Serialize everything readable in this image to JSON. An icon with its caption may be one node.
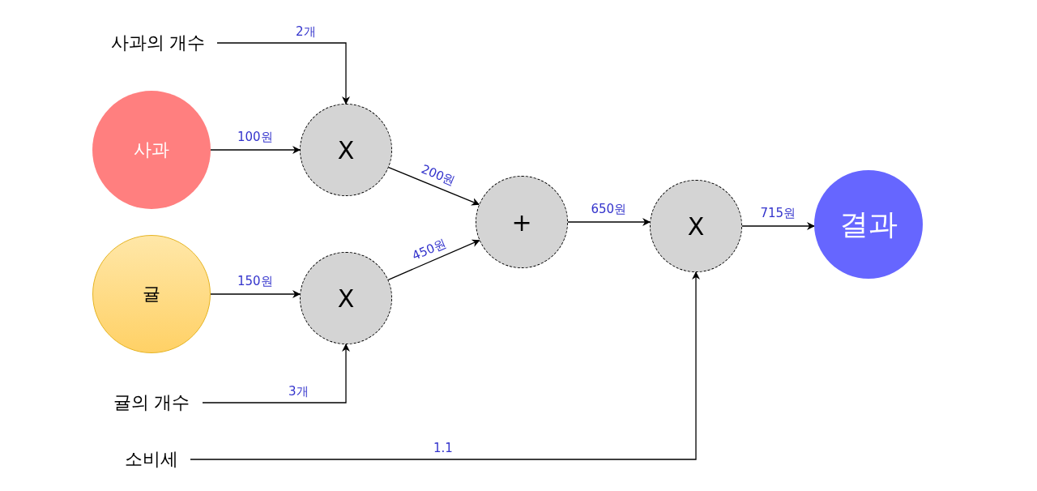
{
  "diagram": {
    "nodes": [
      {
        "text": [
          "사과의 개수"
        ]
      },
      {
        "text": [
          "사과"
        ]
      },
      {
        "text": [
          "귤"
        ]
      },
      {
        "text": [
          "귤의 개수"
        ]
      },
      {
        "text": [
          "소비세"
        ]
      },
      {
        "text": [
          "X"
        ]
      },
      {
        "text": [
          "X"
        ]
      },
      {
        "text": [
          "+"
        ]
      },
      {
        "text": [
          "X"
        ]
      },
      {
        "text": [
          "결과"
        ]
      }
    ],
    "edges": [
      {
        "from": 0,
        "to": 5,
        "arrow": "to",
        "label": "2개"
      },
      {
        "from": 1,
        "to": 5,
        "arrow": "to",
        "label": "100원"
      },
      {
        "from": 2,
        "to": 6,
        "arrow": "to",
        "label": "150원"
      },
      {
        "from": 3,
        "to": 6,
        "arrow": "to",
        "label": "3개"
      },
      {
        "from": 5,
        "to": 7,
        "arrow": "to",
        "label": "200원"
      },
      {
        "from": 6,
        "to": 7,
        "arrow": "to",
        "label": "450원"
      },
      {
        "from": 7,
        "to": 8,
        "arrow": "to",
        "label": "650원"
      },
      {
        "from": 4,
        "to": 8,
        "arrow": "to",
        "label": "1.1"
      },
      {
        "from": 8,
        "to": 9,
        "arrow": "to",
        "label": "715원"
      }
    ]
  }
}
